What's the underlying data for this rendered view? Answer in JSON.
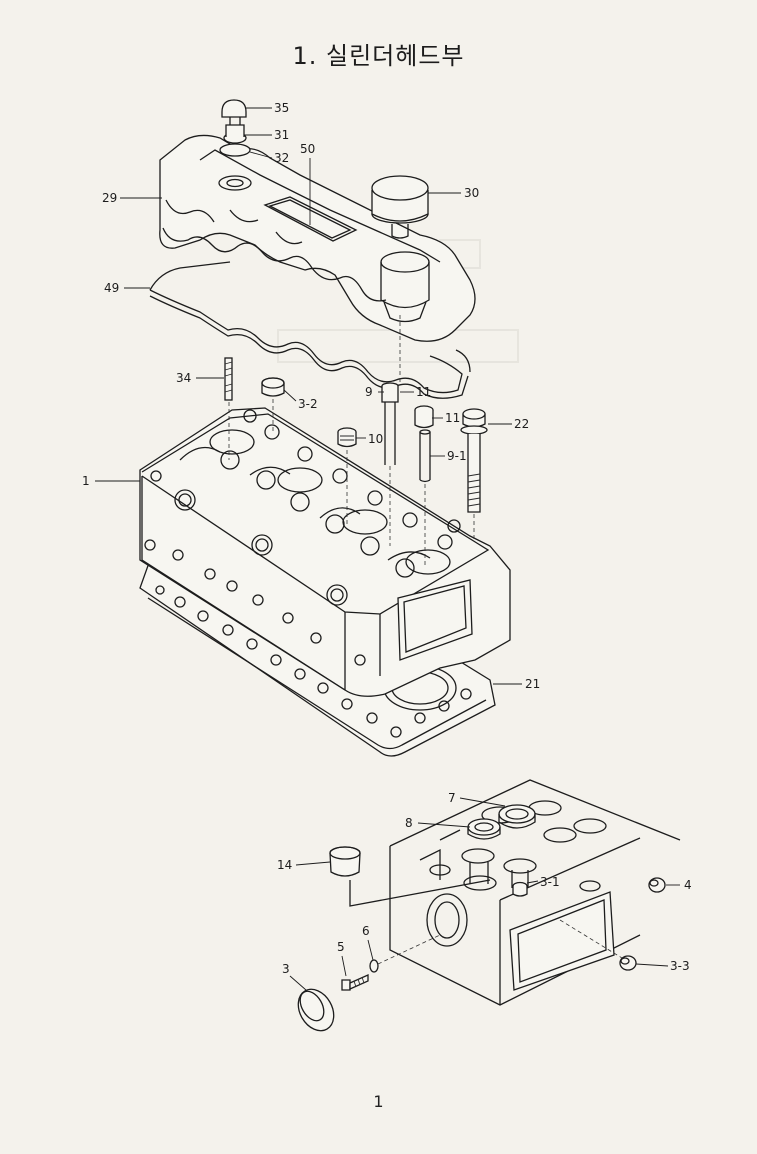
{
  "title": "1. 실린더헤드부",
  "page_number": "1",
  "parts": [
    {
      "id": "p1",
      "label": "1"
    },
    {
      "id": "p3",
      "label": "3"
    },
    {
      "id": "p3-1",
      "label": "3-1"
    },
    {
      "id": "p3-2",
      "label": "3-2"
    },
    {
      "id": "p3-3",
      "label": "3-3"
    },
    {
      "id": "p4",
      "label": "4"
    },
    {
      "id": "p5",
      "label": "5"
    },
    {
      "id": "p6",
      "label": "6"
    },
    {
      "id": "p7",
      "label": "7"
    },
    {
      "id": "p8",
      "label": "8"
    },
    {
      "id": "p9",
      "label": "9"
    },
    {
      "id": "p9-1",
      "label": "9-1"
    },
    {
      "id": "p10",
      "label": "10"
    },
    {
      "id": "p11a",
      "label": "11"
    },
    {
      "id": "p11b",
      "label": "11"
    },
    {
      "id": "p14",
      "label": "14"
    },
    {
      "id": "p21",
      "label": "21"
    },
    {
      "id": "p22",
      "label": "22"
    },
    {
      "id": "p29",
      "label": "29"
    },
    {
      "id": "p30",
      "label": "30"
    },
    {
      "id": "p31",
      "label": "31"
    },
    {
      "id": "p32",
      "label": "32"
    },
    {
      "id": "p34",
      "label": "34"
    },
    {
      "id": "p35",
      "label": "35"
    },
    {
      "id": "p49",
      "label": "49"
    },
    {
      "id": "p50",
      "label": "50"
    }
  ]
}
